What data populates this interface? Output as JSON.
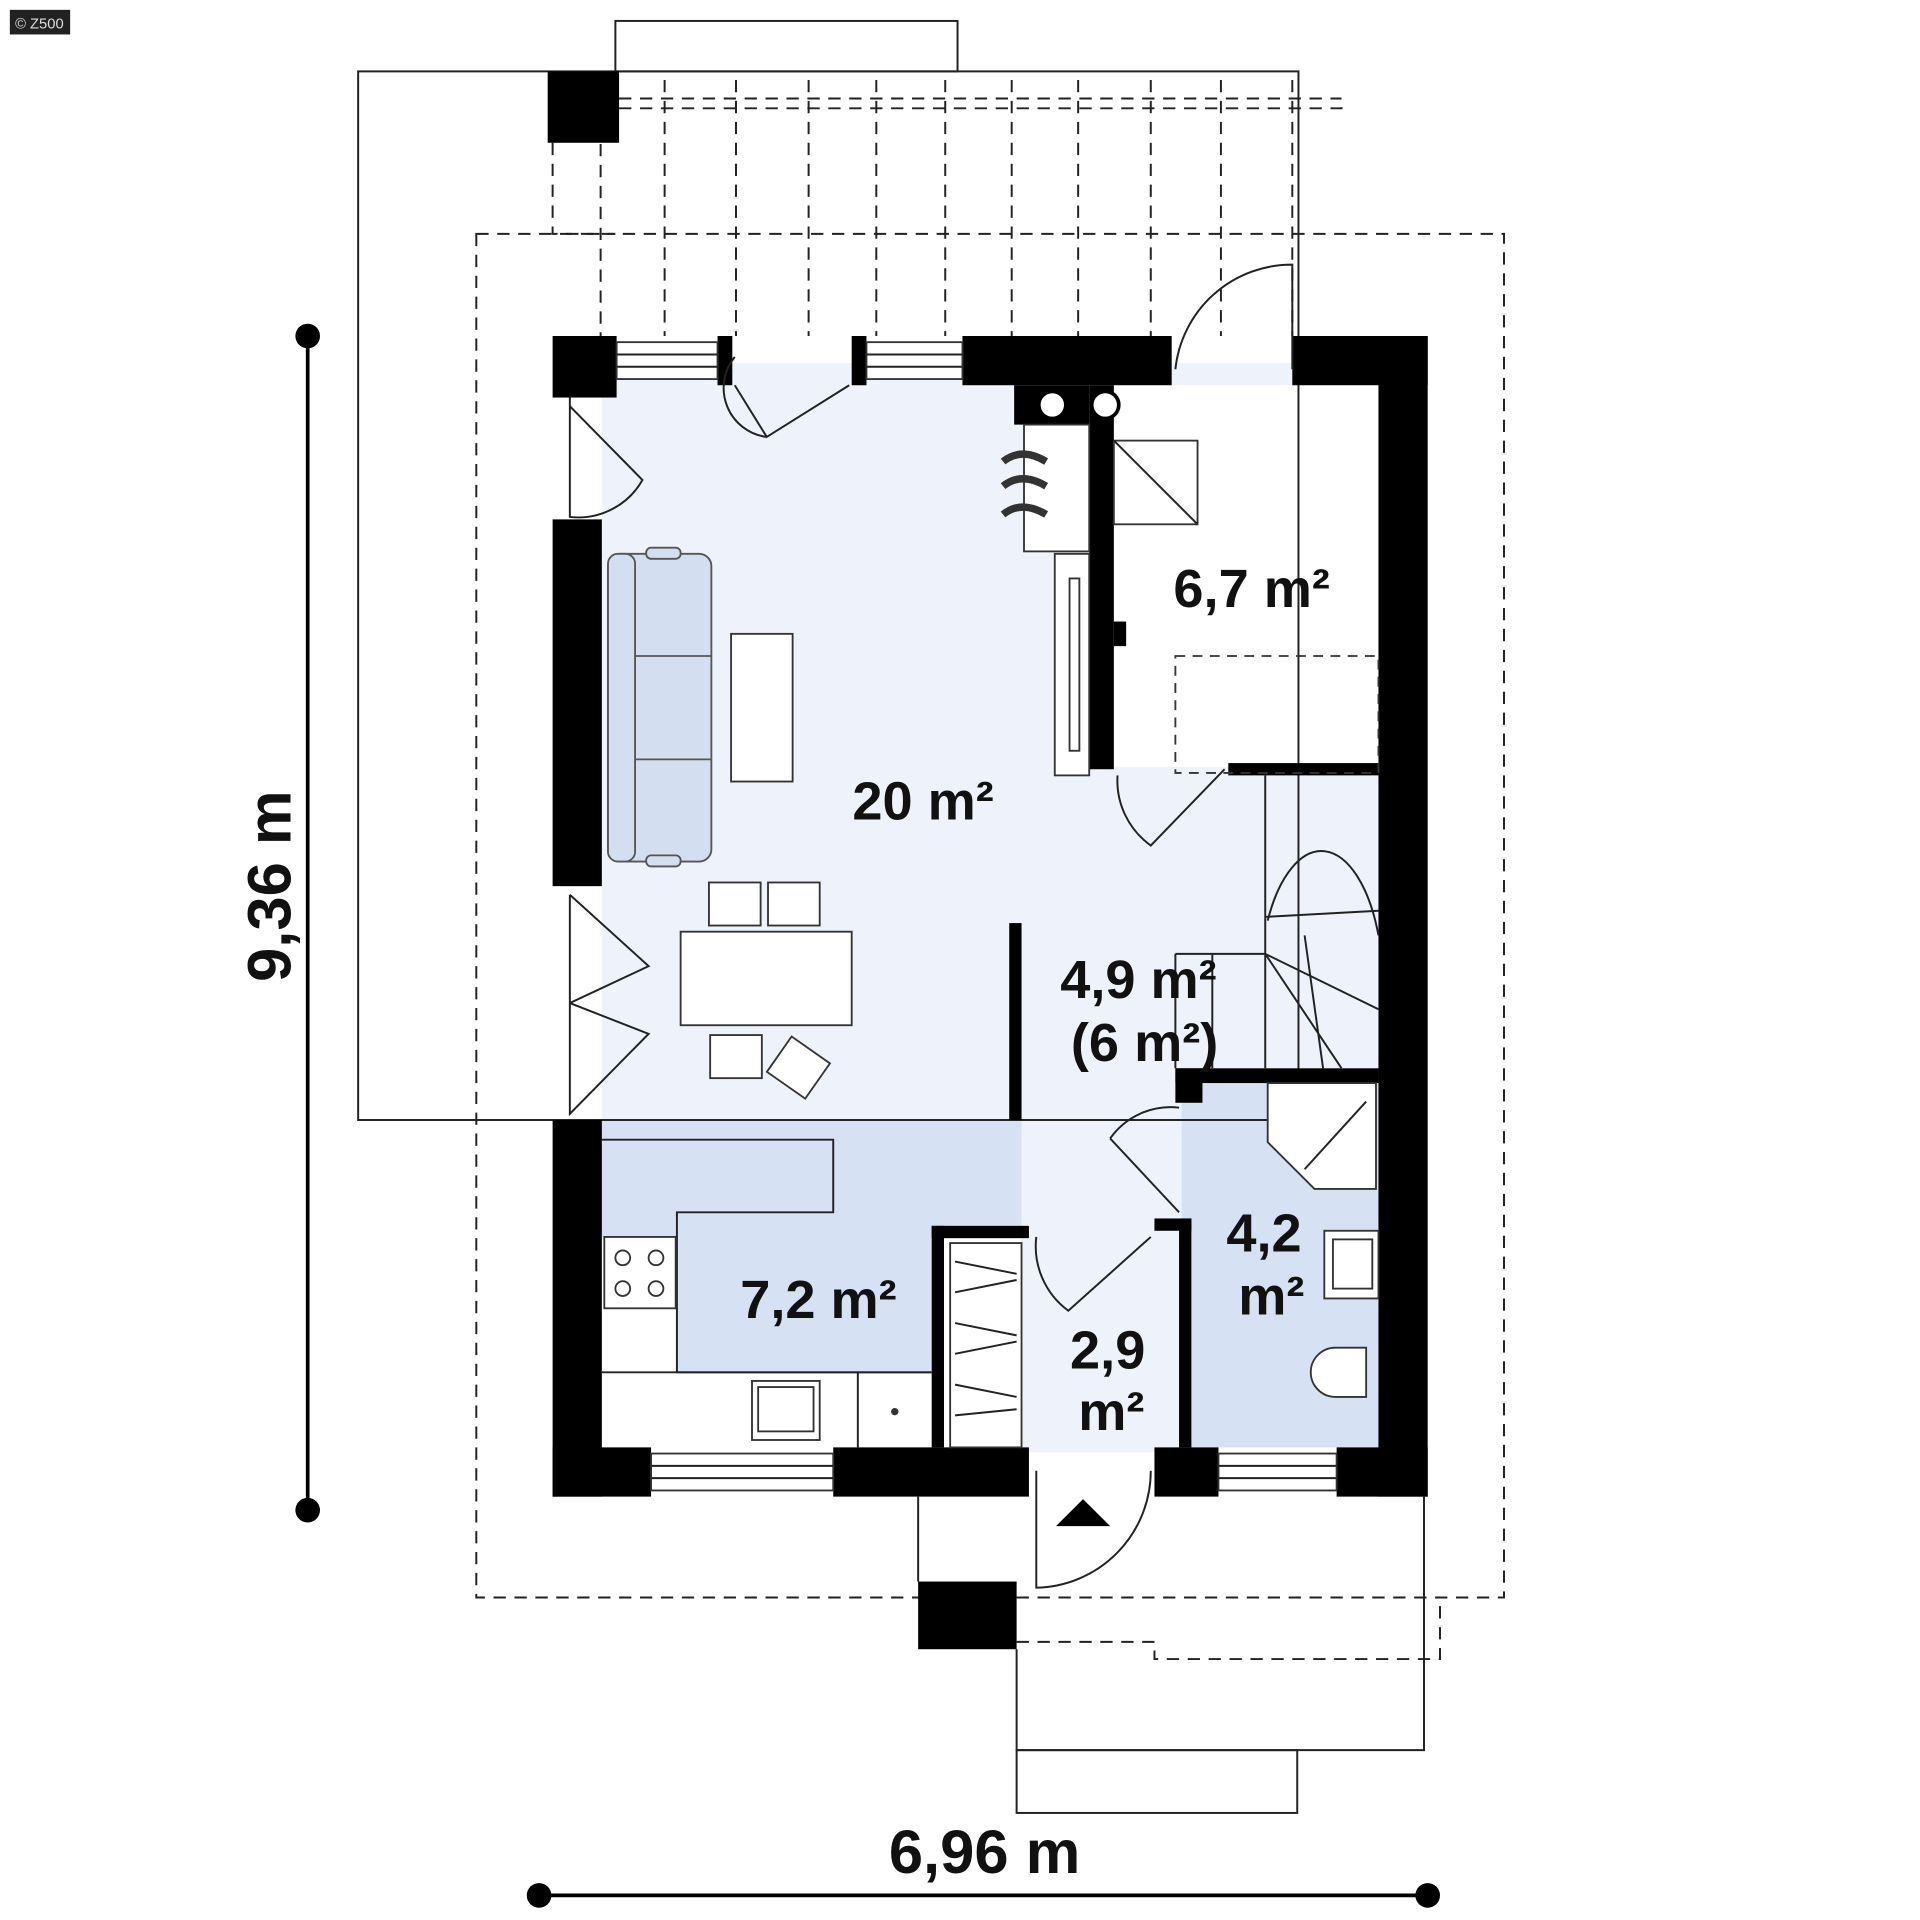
{
  "logo": "© Z500",
  "dimensions": {
    "height": "9,36 m",
    "width": "6,96 m"
  },
  "rooms": {
    "living": "20 m²",
    "room_top_right": "6,7 m²",
    "hall_line1": "4,9 m²",
    "hall_line2": "(6 m²)",
    "kitchen": "7,2 m²",
    "bathroom_line1": "4,2",
    "bathroom_line2": "m²",
    "vestibule_line1": "2,9",
    "vestibule_line2": "m²"
  },
  "colors": {
    "light_fill": "#eef3fb",
    "mid_fill": "#d6e2f3",
    "wall": "#000000"
  }
}
